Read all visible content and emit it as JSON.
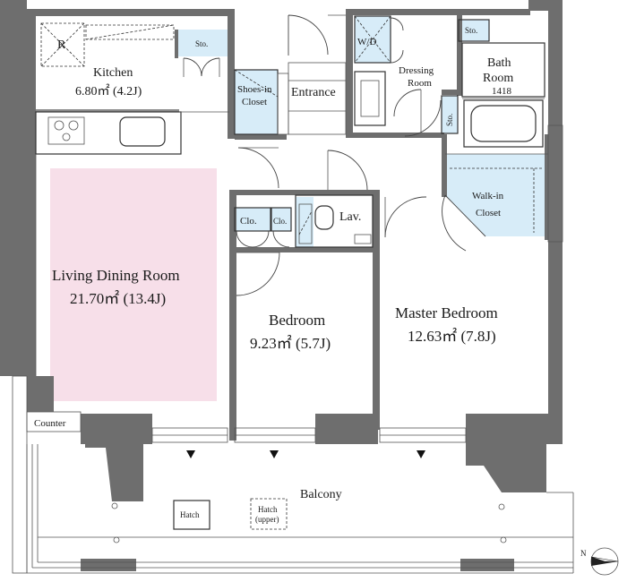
{
  "colors": {
    "wall": "#6e6e6e",
    "closet": "#d7ecf8",
    "living_highlight": "#f7dfe9",
    "background": "#ffffff"
  },
  "rooms": {
    "refrigerator": "R",
    "kitchen_storage": "Sto.",
    "kitchen_name": "Kitchen",
    "kitchen_area": "6.80㎡ (4.2J)",
    "shoes_closet_l1": "Shoes-in",
    "shoes_closet_l2": "Closet",
    "entrance": "Entrance",
    "washer_dryer": "W/D",
    "dressing_l1": "Dressing",
    "dressing_l2": "Room",
    "bath_storage": "Sto.",
    "bath_l1": "Bath",
    "bath_l2": "Room",
    "bath_size": "1418",
    "dressing_storage": "Sto.",
    "walkin_l1": "Walk-in",
    "walkin_l2": "Closet",
    "closet_a": "Clo.",
    "closet_b": "Clo.",
    "lavatory": "Lav.",
    "living_name": "Living Dining Room",
    "living_area": "21.70㎡ (13.4J)",
    "bedroom_name": "Bedroom",
    "bedroom_area": "9.23㎡ (5.7J)",
    "master_name": "Master Bedroom",
    "master_area": "12.63㎡ (7.8J)",
    "counter": "Counter",
    "balcony": "Balcony",
    "hatch": "Hatch",
    "hatch_upper_l1": "Hatch",
    "hatch_upper_l2": "(upper)",
    "north": "N"
  }
}
